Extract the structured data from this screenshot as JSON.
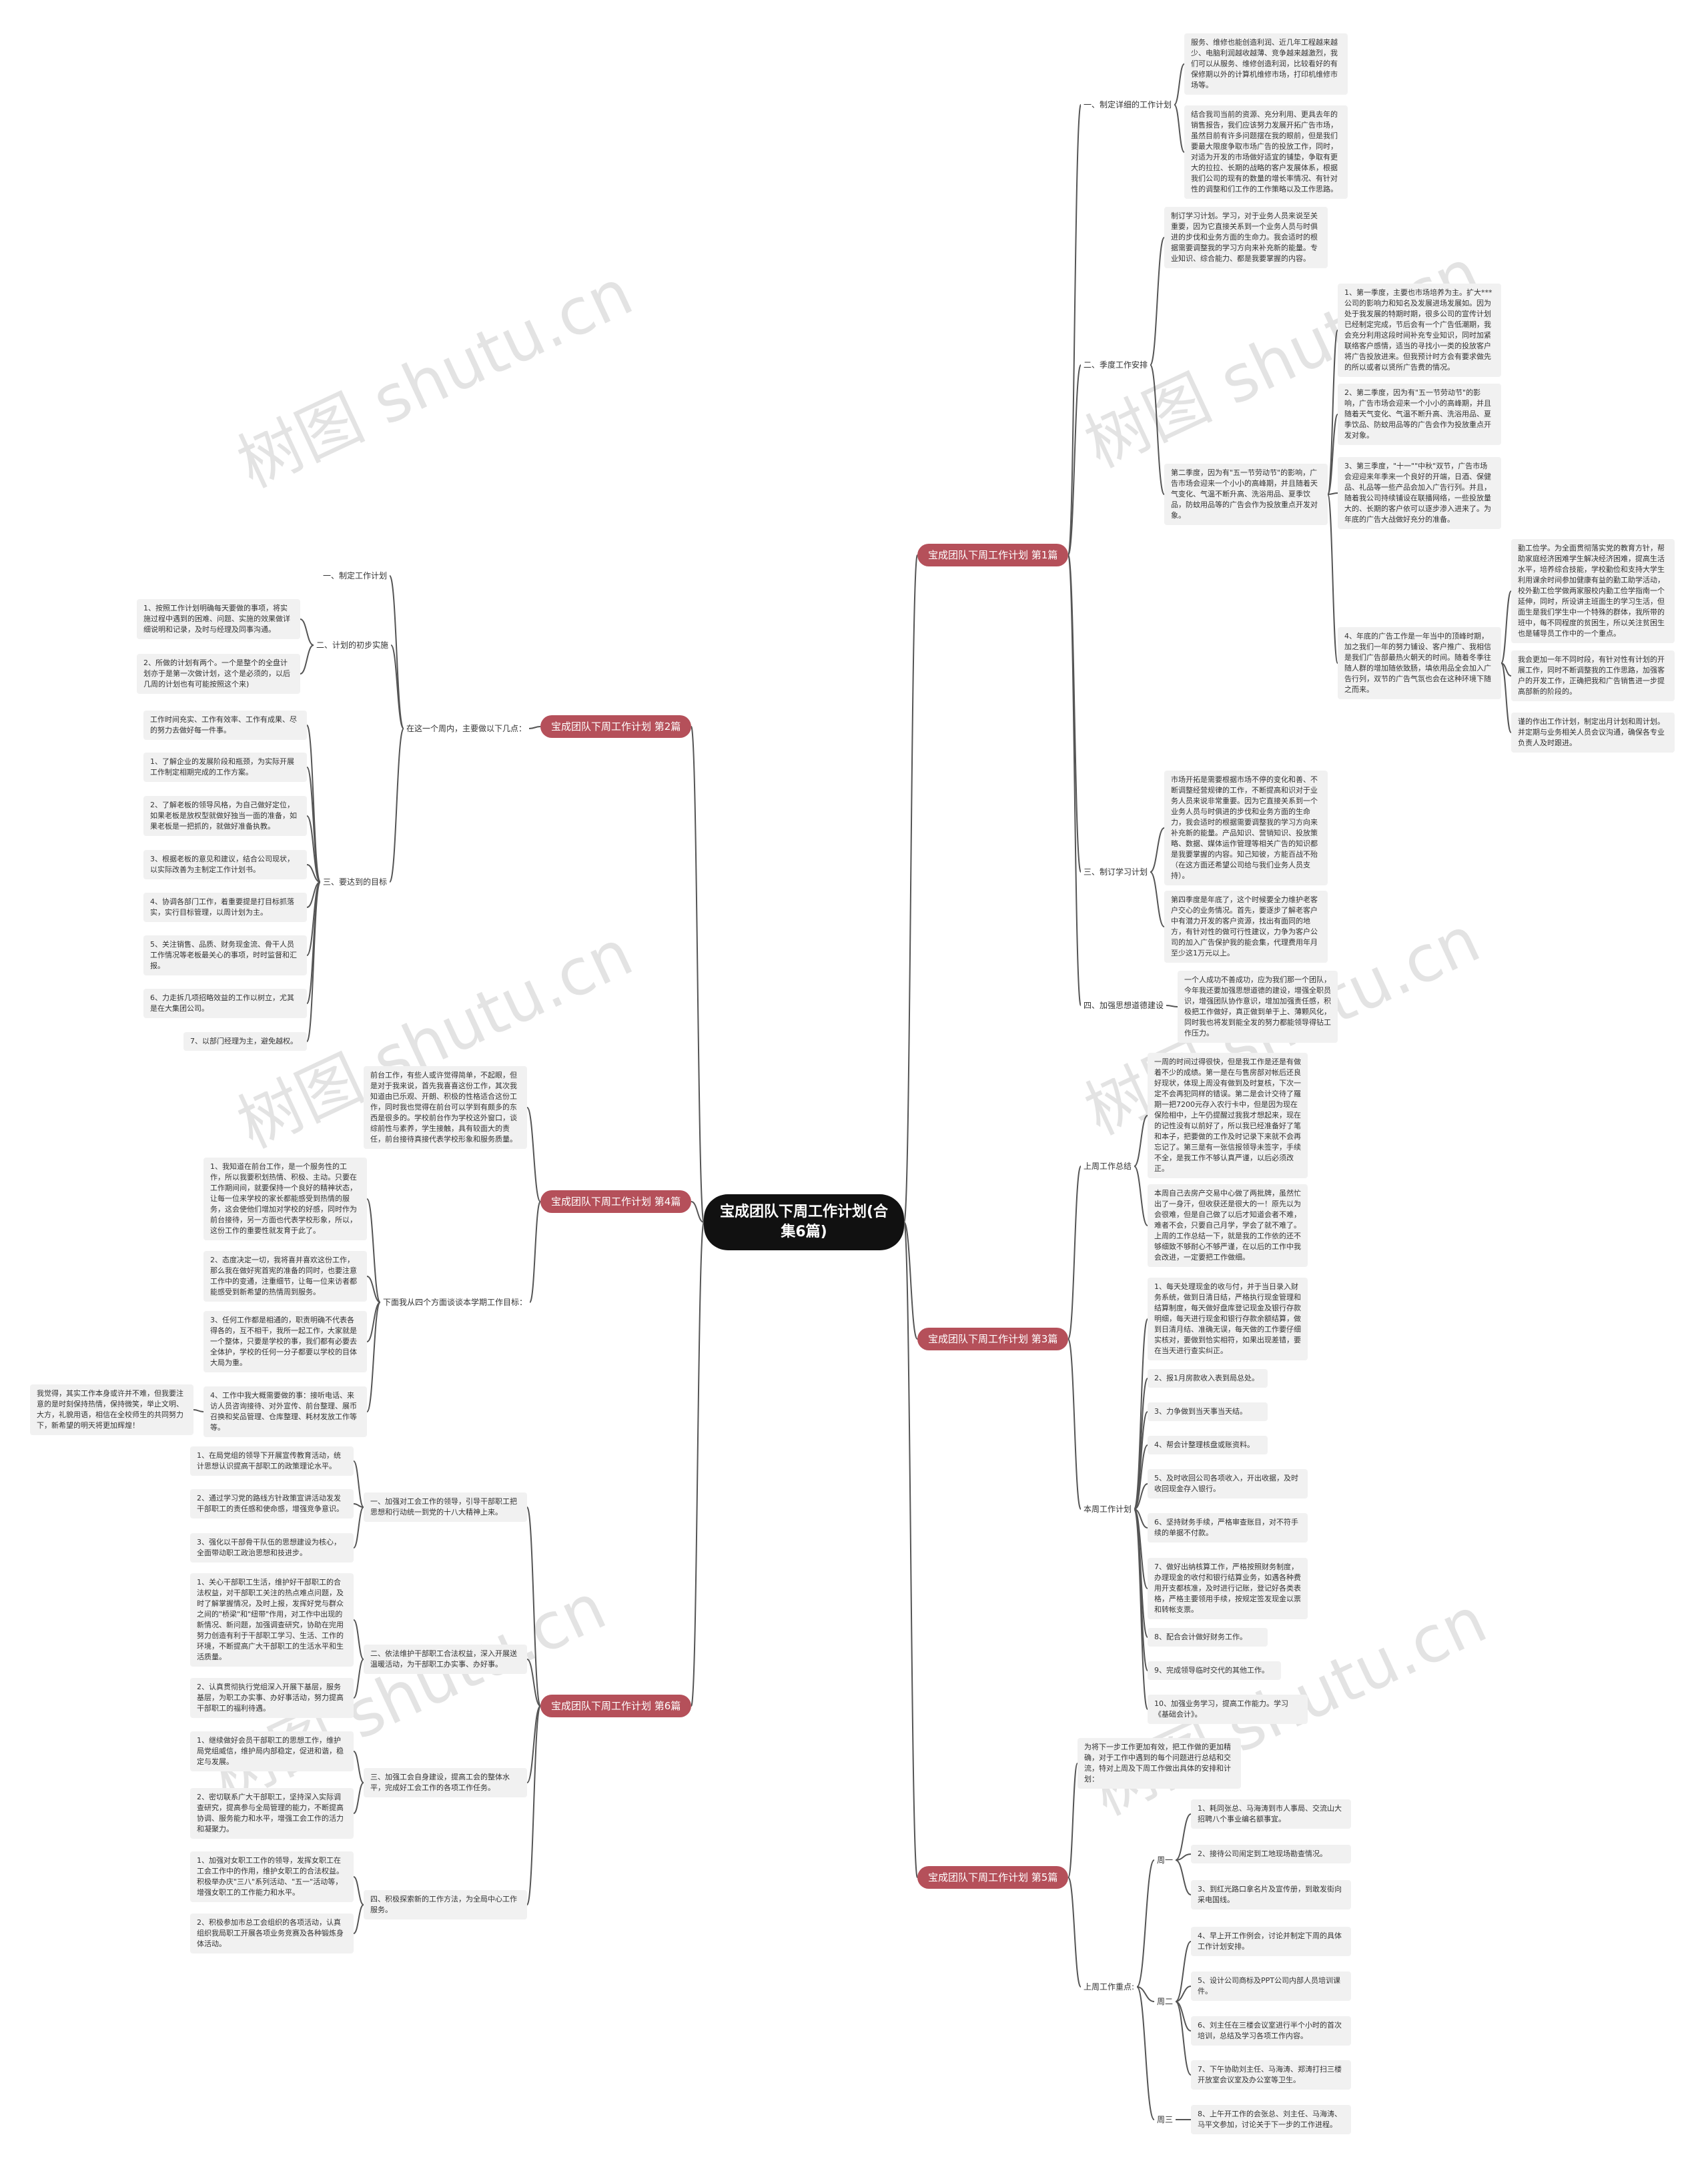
{
  "watermark": "树图 shutu.cn",
  "colors": {
    "branch": "#b5505a",
    "root": "#111111",
    "leaf": "#f1f1f1",
    "line": "#555555"
  },
  "root": "宝成团队下周工作计划(合集6篇)",
  "branches": {
    "b1": "宝成团队下周工作计划 第1篇",
    "b2": "宝成团队下周工作计划 第2篇",
    "b3": "宝成团队下周工作计划 第3篇",
    "b4": "宝成团队下周工作计划 第4篇",
    "b5": "宝成团队下周工作计划 第5篇",
    "b6": "宝成团队下周工作计划 第6篇"
  },
  "b1": {
    "s1": "一、制定详细的工作计划",
    "s1_l1": "服务、维修也能创造利润、近几年工程越来越少、电脑利润越收越薄、竞争越来越激烈，我们可以从服务、维修创造利润，比较看好的有保修期以外的计算机维修市场，打印机维修市场等。",
    "s1_l2": "结合我司当前的资源、充分利用、更具去年的销售报告，我们应该努力发展开拓广告市场，虽然目前有许多问题摆在我的眼前，但是我们要最大限度争取市场广告的投放工作，同时，对适为开发的市场做好适宜的铺垫，争取有更大的拉拉、长期的战略的客户发展体系，根据我们公司的现有的数量的增长率情况、有针对性的调整和们工作的工作策略以及工作思路。",
    "s2": "二、季度工作安排",
    "s2_l1": "制订学习计划。学习，对于业务人员来说至关重要，因为它直接关系到一个业务人员与时俱进的步伐和业务方面的生命力。我会适时的根据需要调整我的学习方向来补充新的能量。专业知识、综合能力、都是我要掌握的内容。",
    "s2_l2": "第二季度，因为有\"五一节劳动节\"的影响，广告市场会迎来一个小小的高峰期，并且随着天气变化、气温不断升高、洗浴用品、夏季饮品，防蚊用品等的广告会作为投放重点开发对象。",
    "q1": "1、第一季度，主要也市场培养为主。扩大***公司的影响力和知名及发展进场发展如。因为处于我发展的特期时期，很多公司的宣传计划已经制定完成，节后会有一个广告低潮期，我会充分利用这段时间补充专业知识，同时加紧联络客户感情，适当的寻找小一类的投放客户将广告投放进来。但我预计时方会有要求做先的所以或者以贤所广告费的情况。",
    "q2": "2、第二季度，因为有\"五一节劳动节\"的影响，广告市场会迎来一个小小的高峰期，并且随着天气变化、气温不断升高、洗浴用品、夏季饮品、防蚊用品等的广告会作为投放重点开发对象。",
    "q3": "3、第三季度，\"十一\"\"中秋\"双节，广告市场会迎迎来年季来一个良好的开端，日酒、保健品、礼品等一些产品会加入广告行列。并且，随着我公司持续铺设在联播网络，一些投放量大的、长期的客户依可以逐步渗入进来了。为年底的广告大战做好充分的准备。",
    "q4": "4、年底的广告工作是一年当中的顶峰时期，加之我们一年的努力铺设、客户推广、我相信是我们广告部最热火朝天的时间。随着冬季往随人群的增加随依致肠，填依用品全会加入广告行列，双节的广告气氛也会在这种环境下随之而来。",
    "q4_l1": "勤工俭学。为全面贯彻落实党的教育方针，帮助家庭经济困难学生解决经济困难，提高生活水平，培养综合技能，学校勤俭和支持大学生利用课余时间参加健康有益的勤工助学活动，校外勤工俭学做两家服校内勤工俭学指南一个延伸，同时，所设讲主班面生的学习生活，但面生是我们学生中一个特殊的群体，我所带的班中，每不同程度的贫困生，所以关注贫困生也是辅导员工作中的一个重点。",
    "q4_l2": "我会更加一年不同时段，有针对性有计划的开展工作，同时不断调整我的工作思路，加强客户的开发工作，正确把我和广告销售进一步提高部新的阶段的。",
    "q4_l3": "谨的作出工作计划，制定出月计划和周计划。并定期与业务相关人员会议沟通，确保各专业负责人及时跟进。",
    "s3": "三、制订学习计划",
    "s3_l1": "市场开拓是需要根据市场不停的变化和善、不断调整经营规律的工作，不断提高和识对于业务人员来说非常重要。因为它直接关系到一个业务人员与时俱进的步伐和业务方面的生命力，我会适时的根据需要调整我的学习方向来补充新的能量。产品知识、营销知识、投放策略、数据、媒体运作管理等相关广告的知识都是我要掌握的内容。知己知彼，方能百战不殆（在这方面还希望公司给与我们业务人员支持）。",
    "s3_l2": "第四季度是年底了，这个时候要全力维护老客户交心的业务情况。首先，要逐步了解老客户中有潜力开发的客户资源，找出有面同的地方，有针对性的做可行性建议，力争为客户公司的加入广告保护我的能会集，代理费用年月至少这1万元以上。",
    "s4": "四、加强思想道德建设",
    "s4_l1": "一个人成功不善成功，应为我们那一个团队，今年我还要加强思想道德的建设，增强全职员识，增强团队协作意识，增加加强责任感，积极把工作做好，真正做到单于上、薄颗风化，同时我也将发到能全发的努力都能领导得钻工作压力。"
  },
  "b2": {
    "intro": "在这一个周内，主要做以下几点：",
    "s1": "一、制定工作计划",
    "s2": "二、计划的初步实施",
    "s2_l1": "1、按照工作计划明确每天要做的事项，将实施过程中遇到的困难、问题、实施的效果做详细说明和记录，及时与经理及同事沟通。",
    "s2_l2": "2、所做的计划有两个。一个是整个的全盘计划亦于是第一次做计划，这个是必须的，以后几周的计划也有可能按照这个来)",
    "s3": "三、要达到的目标",
    "s3_l0": "工作时间充实、工作有效率、工作有成果、尽的努力去做好每一件事。",
    "s3_l1": "1、了解企业的发展阶段和瓶颈，为实际开展工作制定相期完成的工作方案。",
    "s3_l2": "2、了解老板的领导风格，为自己做好定位，如果老板是放权型就做好独当一面的准备，如果老板是一把抓的，就做好准备执教。",
    "s3_l3": "3、根据老板的意见和建议，结合公司现状，以实际改善为主制定工作计划书。",
    "s3_l4": "4、协调各部门工作，着重要提是打目标抓落实，实行目标管理，以周计划为主。",
    "s3_l5": "5、关注销售、品质、财务现金流、骨干人员工作情况等老板最关心的事项，时时监督和汇报。",
    "s3_l6": "6、力走拆几项招略效益的工作以树立，尤其是在大集团公司。",
    "s3_l7": "7、以部门经理为主，避免越权。"
  },
  "b4": {
    "intro": "前台工作，有些人或许觉得简单，不起眼，但是对于我来说，首先我喜喜这份工作，其次我知道由已乐观、开朗、积极的性格适合这份工作，同时我也觉得在前台可以学到有颇多的东西是很多的。学校前台作为学校这外窗口，谈综前性与素养，学生接触，具有较面大的责任，前台接待真接代表学校形象和服务质量。",
    "note": "下面我从四个方面谈谈本学期工作目标：",
    "l1": "1、我知道在前台工作，是一个服务性的工作，所以我要积划热情、积极、主动。只要在工作期间间，就要保持一个良好的精神状态，让每一位来学校的家长都能感受到热情的服务，这会使他们增加对学校的好感，同时作为前台接待，另一方面也代表学校形象，所以，这份工作的重要性就发育于此了。",
    "l2": "2、态度决定一切，我将喜并喜欢这份工作，那么我在做好宪首宪的准备的同时，也要注意工作中的变通，注重细节，让每一位来访者都能感受到新希望的热情周到服务。",
    "l3": "3、任何工作都是相通的，职责明确不代表各得各的，互不相干，我所一起工作，大家就是一个整体，只要是学校的事，我们都有必要去全体护，学校的任何一分子都要以学校的目体大局为重。",
    "l4": "4、工作中我大概需要做的事：接听电话、来访人员咨询接待、对外宣传、前台整理、展币召换和奖品管理、仓库整理、耗材发放工作等等。",
    "l4_l1": "我觉得，其实工作本身或许并不难，但我要注意的是时刻保持热情，保持微笑，举止文明、大方，礼貌用语，相信在全校师生的共同努力下，新希望的明天将更加辉煌！"
  },
  "b6": {
    "s1": "一、加强对工会工作的领导，引导干部职工把思想和行动统一到党的十八大精神上来。",
    "s1_l1": "1、在局党组的领导下开展宣传教育活动，统计思想认识提高干部职工的政策理论水平。",
    "s1_l2": "2、通过学习党的路线方针政策宣讲活动发发干部职工的责任感和使命感，增强竞争意识。",
    "s1_l3": "3、强化以干部骨干队伍的思想建设为核心，全面带动职工政治思想和技进步。",
    "s2": "二、依法维护干部职工合法权益，深入开展送温暖活动，为干部职工办实事、办好事。",
    "s2_l1": "1、关心干部职工生活，维护好干部职工的合法权益，对干部职工关注的热点难点问题，及时了解掌握情况，及时上报，发挥好党与群众之间的\"桥梁\"和\"纽带\"作用，对工作中出现的新情况、新问题，加强调查研究，协助在完用努力创造有利于干部职工学习、生活、工作的环境，不断提高广大干部职工的生活水平和生活质量。",
    "s2_l2": "2、认真贯彻执行党组深入开展下基层，服务基层，为职工办实事、办好事活动，努力提高干部职工的福利待遇。",
    "s3": "三、加强工会自身建设，提高工会的整体水平，完成好工会工作的各项工作任务。",
    "s3_l1": "1、继续做好会员干部职工的思想工作，维护局党组威信，维护局内部稳定，促进和谐，稳定与发展。",
    "s3_l2": "2、密切联系广大干部职工，坚持深入实际调查研究，提高参与全局管理的能力，不断提高协调、服务能力和水平，增强工会工作的活力和凝聚力。",
    "s4": "四、积极探索新的工作方法，为全局中心工作服务。",
    "s4_l1": "1、加强对女职工工作的领导，发挥女职工在工会工作中的作用，维护女职工的合法权益。积极举办庆\"三八\"系列活动、\"五一\"活动等，增强女职工的工作能力和水平。",
    "s4_l2": "2、积极参加市总工会组织的各项活动，认真组织我局职工开展各项业务竞赛及各种锻炼身体活动。"
  },
  "b3": {
    "s1": "上周工作总结",
    "s1_l1": "一周的时间过得很快，但是我工作是还是有做着不少的成绩。第一是在与售房部对帐后还良好现状，体现上周没有做到及时复核，下次一定不会再犯同样的错误。第二是会计交待了羅期一把7200元存入农行卡中，但是因为现在保险相中，上午仍提醒过我我才想起来，现在的记性没有以前好了，所以我已经准备好了笔和本子，把要做的工作及时记录下来就不会再忘记了。第三是有一张信报领导未签字，手续不全，是我工作不够认真严谨，以后必须改正。",
    "s1_l2": "本周自己去房产交易中心做了两批牌，虽然忙出了一身汗，但收获还是很大的一！原先以为会很难，但是自己做了以后才知道会者不难，难者不会，只要自己月学，学会了就不难了。上周的工作总结一下，就是我的工作依的还不够细致不够耐心不够严谨，在以后的工作中我会改进，一定要把工作做细。",
    "s2": "本周工作计划",
    "s2_l1": "1、每天处理现金的收与付，并于当日录入财务系统，做到日清日结，严格执行现金管理和结算制度，每天做好盘库登记现金及银行存款明细，每天进行现金和银行存款余额结算，做到日清月结、准确无误，每天做的工作要仔细实核对，要做到恰实相符，如果出现差错，要在当天进行查实纠正。",
    "s2_l2": "2、报1月房款收入表到局总处。",
    "s2_l3": "3、力争做到当天事当天结。",
    "s2_l4": "4、帮会计整理核盘或账资料。",
    "s2_l5": "5、及时收回公司各项收入，开出收据，及时收回现金存入银行。",
    "s2_l6": "6、坚持财务手续，严格审查账目，对不符手续的单据不付款。",
    "s2_l7": "7、做好出纳核算工作，严格按照财务制度，办理现金的收付和银行结算业务，如遇各种费用开支都核准，及时进行记账，登记好各类表格，严格主要领用手续，按规定签发现金以票和转帐支票。",
    "s2_l8": "8、配合会计做好财务工作。",
    "s2_l9": "9、完成领导临时交代的其他工作。",
    "s2_l10": "10、加强业务学习，提高工作能力。学习《基础会计》。"
  },
  "b5": {
    "intro": "为将下一步工作更加有效，把工作做的更加精确，对于工作中遇到的每个问题进行总结和交流，特对上周及下周工作做出具体的安排和计划：",
    "s1": "上周工作重点:",
    "w1": "周一",
    "w1_l1": "1、耗同张总、马海涛到市人事局、交流山大招聘八个事业编名额事宜。",
    "w1_l2": "2、接待公司闹定到工地现场勘查情况。",
    "w1_l3": "3、到红光路口拿名片及宣传册，到敢发街向采电国线。",
    "w2": "周二",
    "w2_l1": "4、早上开工作例会，讨论并制定下周的具体工作计划安排。",
    "w2_l2": "5、设计公司商标及PPT公司内部人员培训课件。",
    "w2_l3": "6、刘主任在三楼会议室进行半个小时的首次培训，总结及学习各项工作内容。",
    "w2_l4": "7、下午协助刘主任、马海涛、郑涛打扫三楼开放室会议室及办公室等卫生。",
    "w3": "周三",
    "w3_l1": "8、上午开工作的会张总、刘主任、马海涛、马平文参加，讨论关于下一步的工作进程。"
  }
}
